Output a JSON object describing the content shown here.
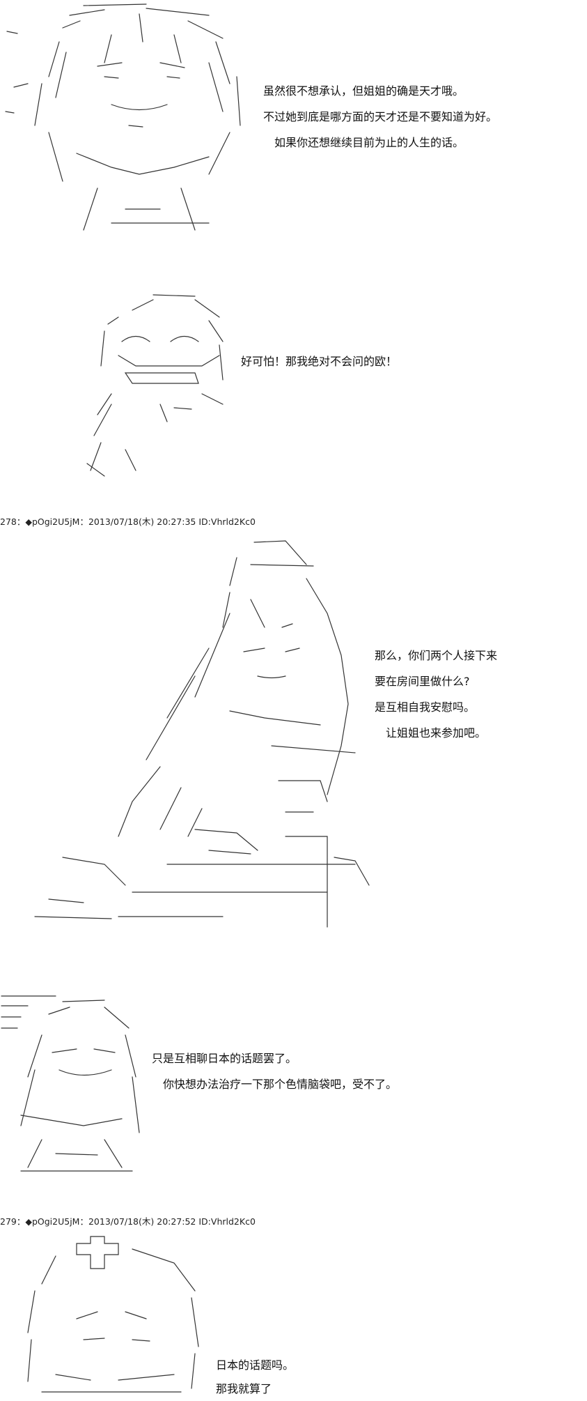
{
  "panels": [
    {
      "lines": [
        "虽然很不想承认，但姐姐的确是天才哦。",
        "不过她到底是哪方面的天才还是不要知道为好。",
        "　如果你还想继续目前为止的人生的话。"
      ]
    },
    {
      "lines": [
        "好可怕！那我绝对不会问的欧！"
      ]
    },
    {
      "header": {
        "number": "278：",
        "trip": "◆pOgi2U5jM",
        "date": "：2013/07/18(木) 20:27:35",
        "id": "ID:Vhrld2Kc0"
      },
      "lines": [
        "那么，你们两个人接下来",
        "要在房间里做什么?",
        "是互相自我安慰吗。",
        "　让姐姐也来参加吧。"
      ]
    },
    {
      "lines": [
        "只是互相聊日本的话题罢了。",
        "　你快想办法治疗一下那个色情脑袋吧，受不了。"
      ]
    },
    {
      "header": {
        "number": "279：",
        "trip": "◆pOgi2U5jM",
        "date": "：2013/07/18(木) 20:27:52",
        "id": "ID:Vhrld2Kc0"
      },
      "lines": [
        "日本的话题吗。",
        "那我就算了"
      ]
    }
  ],
  "colors": {
    "text": "#111111",
    "background": "#ffffff",
    "art_stroke": "#333333"
  }
}
